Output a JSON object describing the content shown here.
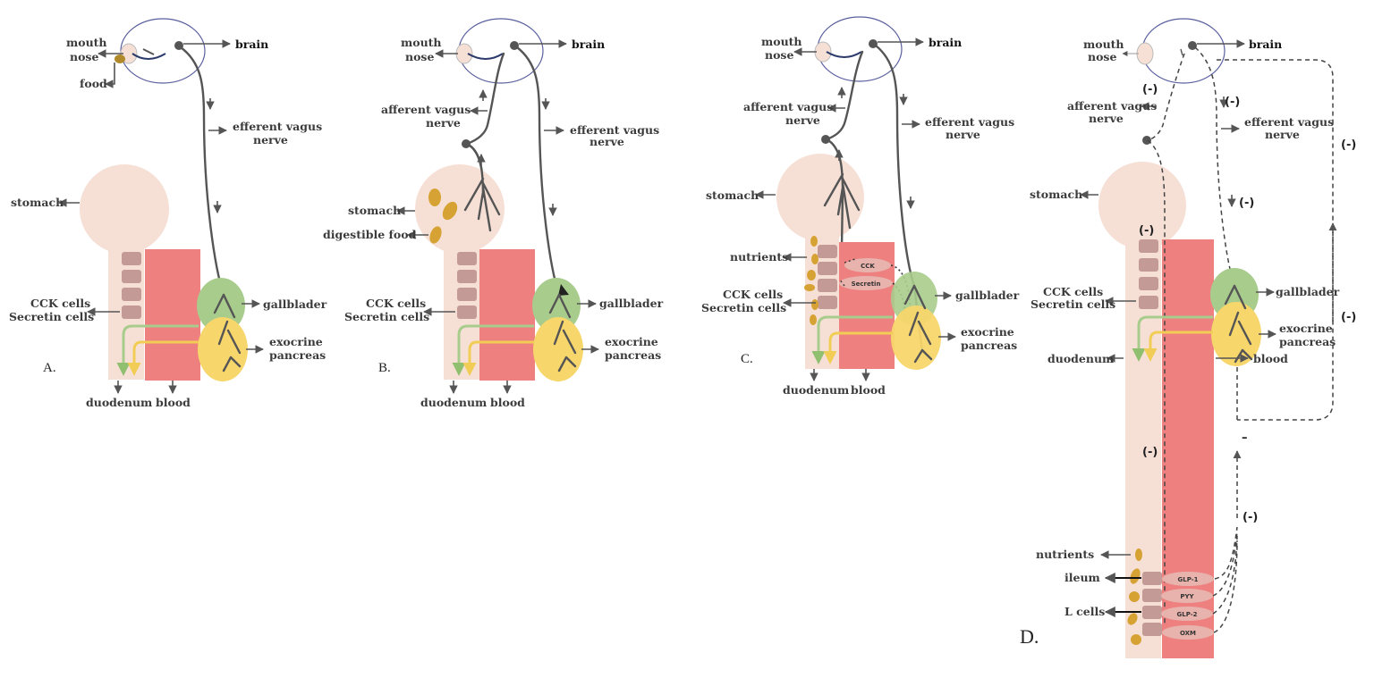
{
  "panels": {
    "A": {
      "panel_label": "A.",
      "mouth_nose": [
        "mouth",
        "nose"
      ],
      "brain": "brain",
      "food": "food",
      "efferent": [
        "efferent vagus",
        "nerve"
      ],
      "stomach": "stomach",
      "cck": [
        "CCK cells",
        "Secretin cells"
      ],
      "gallbladder": "gallblader",
      "pancreas": [
        "exocrine",
        "pancreas"
      ],
      "duodenum": "duodenum",
      "blood": "blood"
    },
    "B": {
      "panel_label": "B.",
      "mouth_nose": [
        "mouth",
        "nose"
      ],
      "brain": "brain",
      "afferent": [
        "afferent vagus",
        "nerve"
      ],
      "efferent": [
        "efferent vagus",
        "nerve"
      ],
      "stomach": "stomach",
      "digestible_food": "digestible food",
      "cck": [
        "CCK cells",
        "Secretin cells"
      ],
      "gallbladder": "gallblader",
      "pancreas": [
        "exocrine",
        "pancreas"
      ],
      "duodenum": "duodenum",
      "blood": "blood"
    },
    "C": {
      "panel_label": "C.",
      "mouth_nose": [
        "mouth",
        "nose"
      ],
      "brain": "brain",
      "afferent": [
        "afferent vagus",
        "nerve"
      ],
      "efferent": [
        "efferent vagus",
        "nerve"
      ],
      "stomach": "stomach",
      "nutrients": "nutrients",
      "cck": [
        "CCK cells",
        "Secretin cells"
      ],
      "hormones": [
        "CCK",
        "Secretin"
      ],
      "gallbladder": "gallblader",
      "pancreas": [
        "exocrine",
        "pancreas"
      ],
      "duodenum": "duodenum",
      "blood": "blood"
    },
    "D": {
      "panel_label": "D.",
      "mouth_nose": [
        "mouth",
        "nose"
      ],
      "brain": "brain",
      "afferent": [
        "afferent vagus",
        "nerve"
      ],
      "efferent": [
        "efferent vagus",
        "nerve"
      ],
      "stomach": "stomach",
      "cck": [
        "CCK cells",
        "Secretin cells"
      ],
      "gallbladder": "gallblader",
      "pancreas": [
        "exocrine",
        "pancreas"
      ],
      "duodenum": "duodenum",
      "blood": "blood",
      "nutrients": "nutrients",
      "ileum": "ileum",
      "l_cells": "L cells",
      "hormones": [
        "GLP-1",
        "PYY",
        "GLP-2",
        "OXM"
      ],
      "inhibition": "(-)",
      "minus": "–"
    }
  },
  "colors": {
    "stomach": "#f6e0d6",
    "blood": "#ee8180",
    "gallbladder": "#a8cc8c",
    "pancreas": "#f7d66c",
    "cells": "#c49a96",
    "food": "#d6a233",
    "hormone_ellipse": "#e8b3ad",
    "nerve": "#555555"
  }
}
